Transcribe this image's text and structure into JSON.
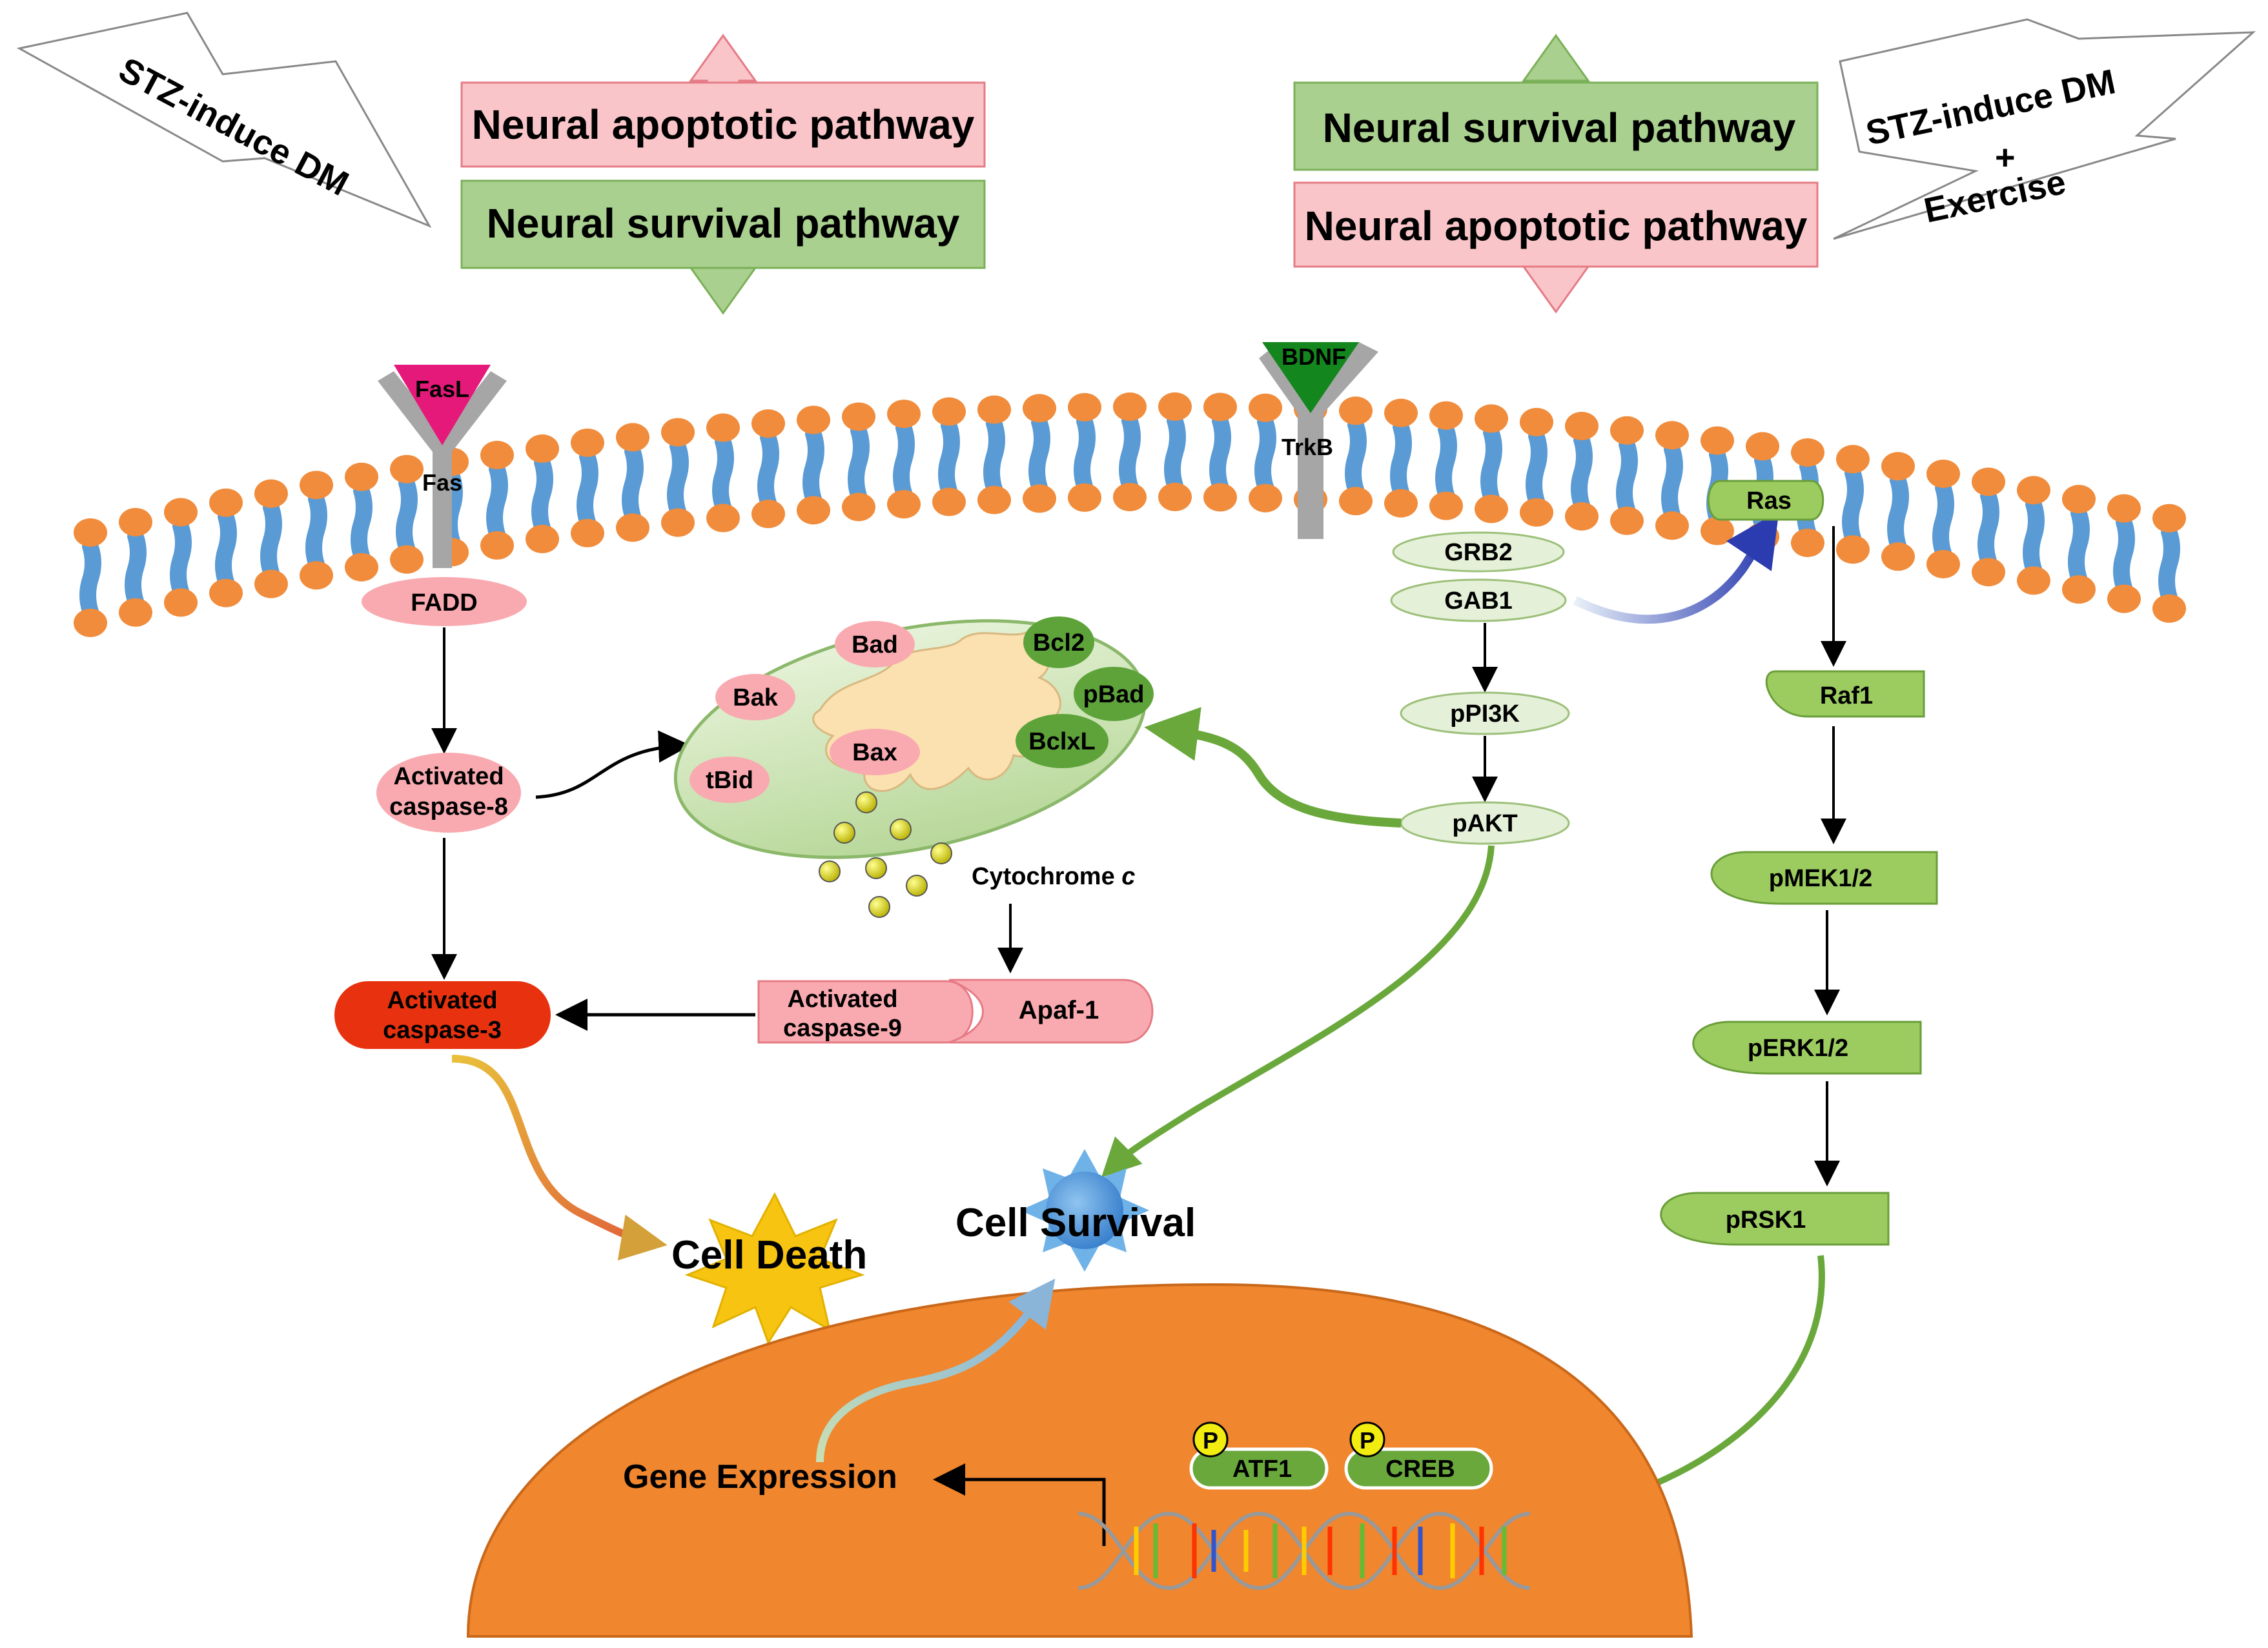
{
  "trigger_left": "STZ-induce DM",
  "trigger_right": [
    "STZ-induce DM",
    "+",
    "Exercise"
  ],
  "left_box_top": "Neural apoptotic pathway",
  "left_box_bottom": "Neural survival pathway",
  "right_box_top": "Neural survival pathway",
  "right_box_bottom": "Neural apoptotic pathway",
  "receptors": {
    "fasl": "FasL",
    "fas": "Fas",
    "bdnf": "BDNF",
    "trkb": "TrkB"
  },
  "apoptosis": {
    "fadd": "FADD",
    "casp8": [
      "Activated",
      "caspase-8"
    ],
    "casp3": [
      "Activated",
      "caspase-3"
    ],
    "casp9": [
      "Activated",
      "caspase-9"
    ],
    "apaf1": "Apaf-1",
    "cytochrome": "Cytochrome ",
    "cytochrome_c": "c",
    "cell_death": "Cell Death"
  },
  "mito": {
    "bad": "Bad",
    "bak": "Bak",
    "bax": "Bax",
    "tbid": "tBid",
    "bcl2": "Bcl2",
    "pbad": "pBad",
    "bclxl": "BclxL"
  },
  "survival": {
    "grb2": "GRB2",
    "gab1": "GAB1",
    "ppi3k": "pPI3K",
    "pakt": "pAKT",
    "ras": "Ras",
    "raf1": "Raf1",
    "pmek": "pMEK1/2",
    "perk": "pERK1/2",
    "prsk1": "pRSK1",
    "cell_survival": "Cell Survival"
  },
  "nucleus": {
    "gene_expression": "Gene Expression",
    "atf1": "ATF1",
    "creb": "CREB",
    "p": "P"
  },
  "colors": {
    "apoptotic_fill": "#f9c5c9",
    "survival_fill": "#a9d08e",
    "membrane_head": "#f08c3c",
    "membrane_tail": "#5b9bd5",
    "nucleus": "#f0862e",
    "caspase3": "#e8320f"
  }
}
